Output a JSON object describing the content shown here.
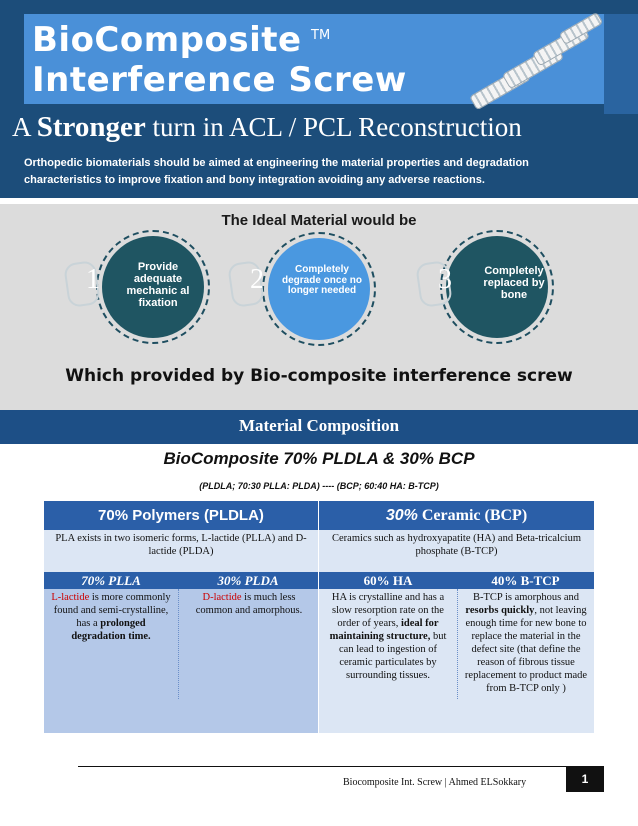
{
  "header": {
    "title_line1": "BioComposite",
    "title_line2": "Interference Screw",
    "trademark": "TM",
    "subtitle_a": "A",
    "subtitle_strong": "Stronger",
    "subtitle_rest": "turn in ACL / PCL Reconstruction",
    "intro": "Orthopedic biomaterials should be aimed at engineering the material properties and degradation characteristics to improve fixation and bony integration avoiding any adverse reactions."
  },
  "ideal": {
    "title": "The Ideal Material would be",
    "items": [
      {
        "number": "1",
        "text": "Provide adequate mechanic al fixation",
        "color": "#1f5562"
      },
      {
        "number": "2",
        "text": "Completely degrade once no longer needed",
        "color": "#4a98e0"
      },
      {
        "number": "3",
        "text": "Completely replaced by bone",
        "color": "#1f5562"
      }
    ],
    "conclusion": "Which provided by Bio-composite interference screw"
  },
  "composition": {
    "section_title": "Material Composition",
    "title": "BioComposite 70% PLDLA & 30% BCP",
    "subtitle": "(PLDLA; 70:30 PLLA: PLDA) ---- (BCP; 60:40 HA: B-TCP)",
    "polymers_header": "70% Polymers (PLDLA)",
    "ceramic_header_pct": "30%",
    "ceramic_header_rest": "Ceramic (BCP)",
    "polymers_desc": "PLA exists in two isomeric forms, L-lactide (PLLA) and D-lactide (PLDA)",
    "ceramic_desc": "Ceramics such as hydroxyapatite (HA) and Beta-tricalcium phosphate (B-TCP)",
    "sub_headers": [
      "70% PLLA",
      "30% PLDA",
      "60% HA",
      "40% B-TCP"
    ],
    "plla": {
      "red": "L-lactide",
      "text1": "is more commonly found and semi-crystalline, has a",
      "bold": "prolonged degradation time."
    },
    "plda": {
      "red": "D-lactide",
      "text1": "is much less common and amorphous."
    },
    "ha": {
      "text1": "HA is crystalline and has a slow resorption rate on the order of years,",
      "bold": "ideal for maintaining structure,",
      "text2": "but can lead to ingestion of ceramic particulates by surrounding tissues."
    },
    "btcp": {
      "text1": "B-TCP is amorphous and",
      "bold": "resorbs quickly",
      "text2": ", not leaving enough time for new bone to replace the material in the defect site (that define the reason of fibrous tissue replacement to product made from B-TCP only )"
    }
  },
  "footer": {
    "text": "Biocomposite Int. Screw | Ahmed ELSokkary",
    "page": "1"
  }
}
